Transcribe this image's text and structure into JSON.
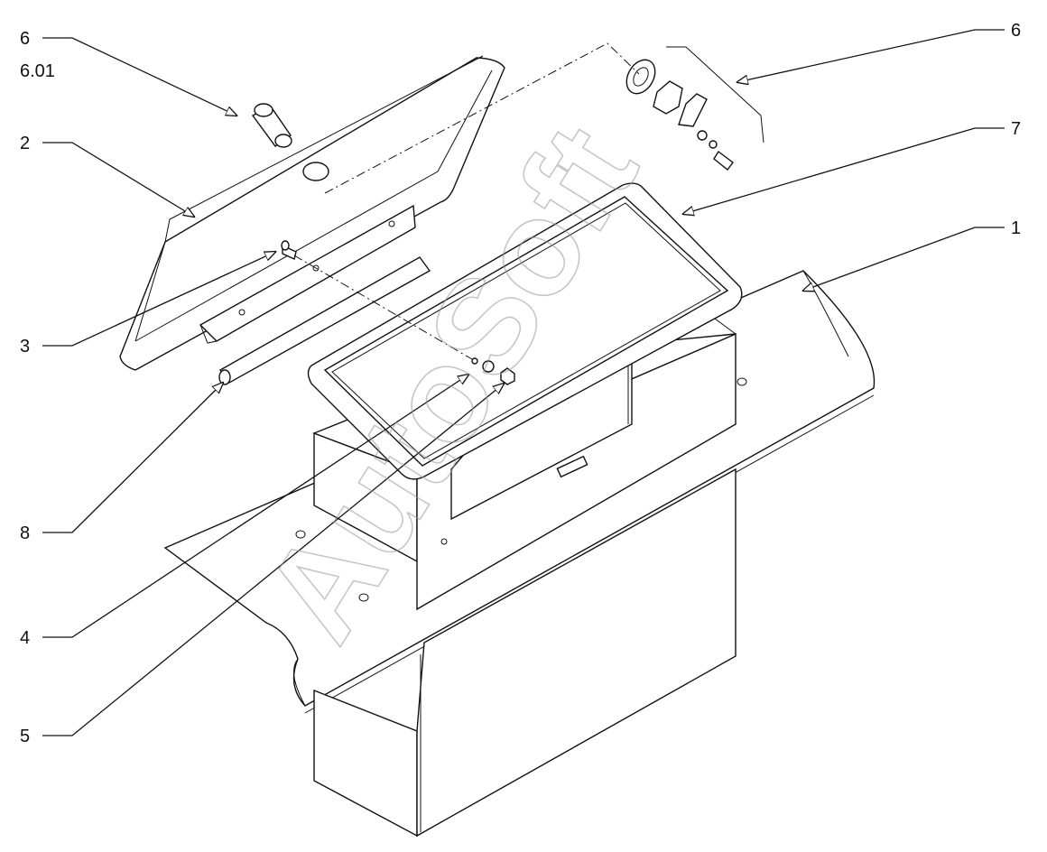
{
  "callouts": {
    "c6_left": "6",
    "c601": "6.01",
    "c2": "2",
    "c3": "3",
    "c8": "8",
    "c4": "4",
    "c5": "5",
    "c6_right": "6",
    "c7": "7",
    "c1": "1"
  },
  "watermark": "AutoSoft"
}
